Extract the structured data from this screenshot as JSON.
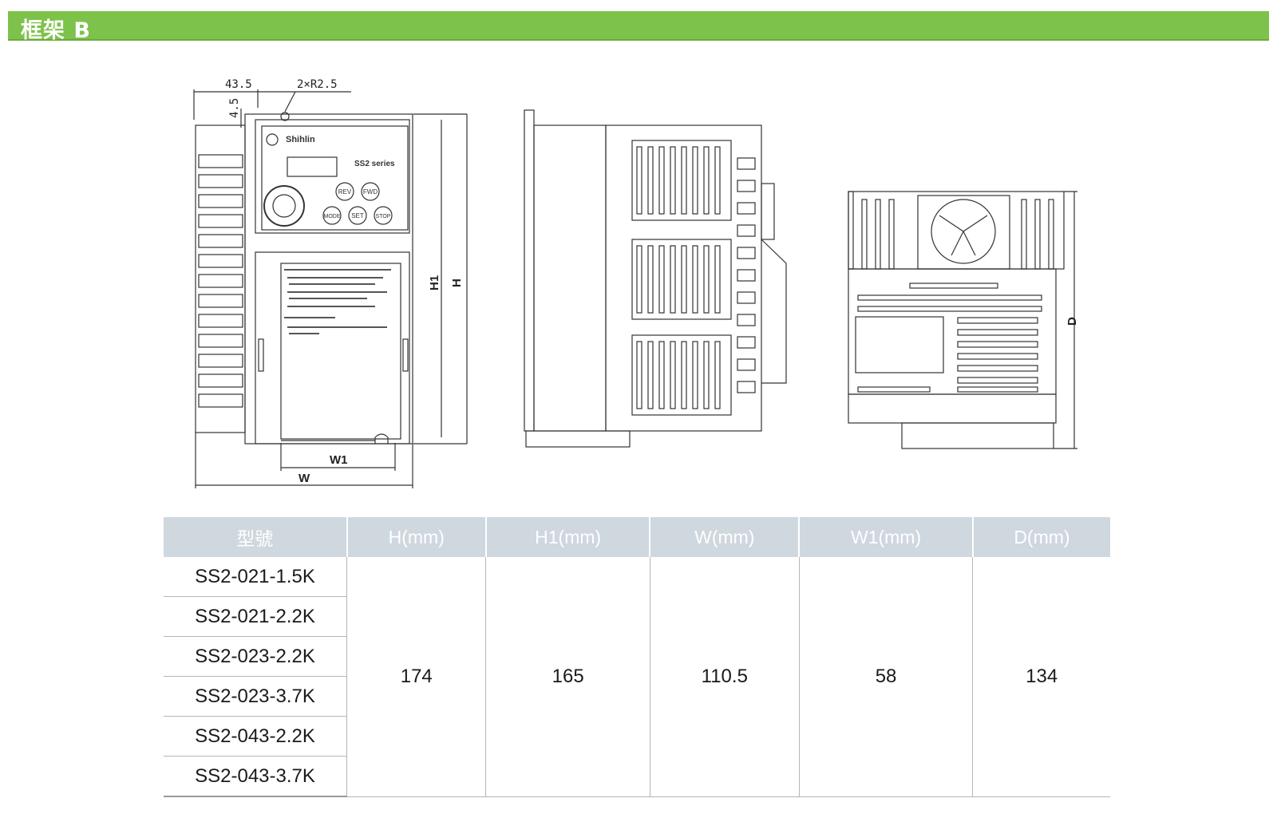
{
  "banner": {
    "title": "框架 B"
  },
  "front_view": {
    "dims": {
      "top_width": "43.5",
      "top_radius": "2×R2.5",
      "side_height": "4.5",
      "h1": "H1",
      "h": "H",
      "w1": "W1",
      "w": "W"
    },
    "panel": {
      "brand": "Shihlin",
      "series": "SS2 series",
      "buttons": [
        "REV",
        "FWD",
        "MODE",
        "SET",
        "STOP"
      ]
    }
  },
  "side_view": {},
  "rear_view": {
    "dims": {
      "d": "D"
    }
  },
  "spec_table": {
    "headers": [
      "型號",
      "H(mm)",
      "H1(mm)",
      "W(mm)",
      "W1(mm)",
      "D(mm)"
    ],
    "models": [
      "SS2-021-1.5K",
      "SS2-021-2.2K",
      "SS2-023-2.2K",
      "SS2-023-3.7K",
      "SS2-043-2.2K",
      "SS2-043-3.7K"
    ],
    "values": {
      "h": "174",
      "h1": "165",
      "w": "110.5",
      "w1": "58",
      "d": "134"
    }
  }
}
